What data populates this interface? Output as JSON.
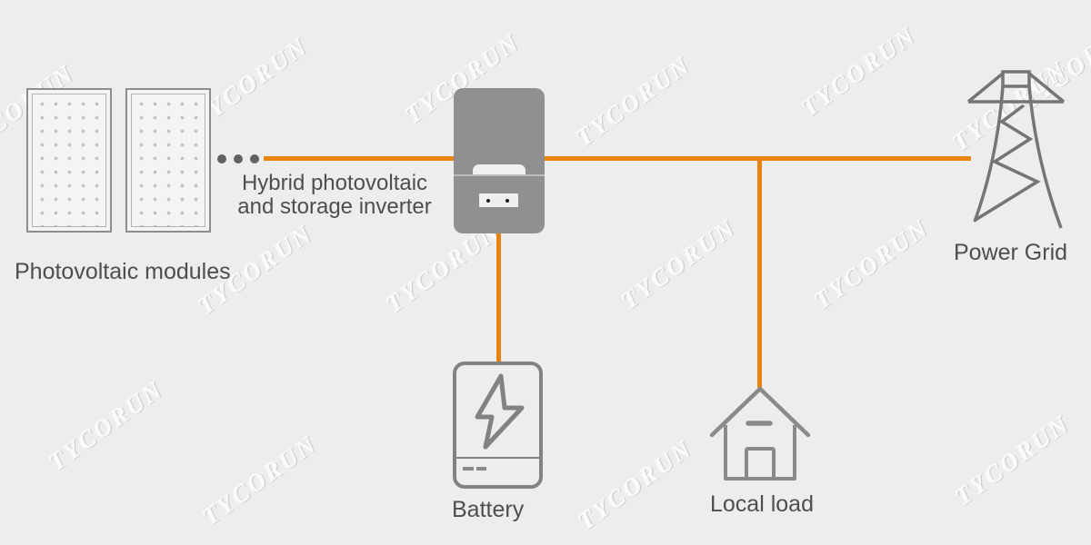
{
  "watermark": {
    "text": "TYCORUN"
  },
  "labels": {
    "pv_modules": "Photovoltaic modules",
    "inverter_line1": "Hybrid photovoltaic",
    "inverter_line2": "and storage inverter",
    "battery": "Battery",
    "local_load": "Local load",
    "power_grid": "Power Grid"
  },
  "colors": {
    "background": "#ededed",
    "accent_orange": "#e98310",
    "icon_stroke_gray": "#828282",
    "inverter_body_gray": "#909090",
    "label_text_gray": "#4e4e4e",
    "panel_dot_gray": "#c3c3c3"
  },
  "diagram": {
    "type": "energy-flow",
    "nodes": [
      {
        "id": "photovoltaic-modules",
        "label": "Photovoltaic modules",
        "icon": "solar-panel-icon"
      },
      {
        "id": "inverter",
        "label": "Hybrid photovoltaic and storage inverter",
        "icon": "inverter-icon"
      },
      {
        "id": "battery",
        "label": "Battery",
        "icon": "battery-bolt-icon"
      },
      {
        "id": "local-load",
        "label": "Local load",
        "icon": "house-icon"
      },
      {
        "id": "power-grid",
        "label": "Power Grid",
        "icon": "transmission-tower-icon"
      }
    ],
    "connections": [
      {
        "from": "photovoltaic-modules",
        "to": "inverter",
        "style": "orange, preceded by ellipsis dots"
      },
      {
        "from": "inverter",
        "to": "power-grid",
        "style": "orange solid"
      },
      {
        "from": "inverter",
        "to": "battery",
        "style": "orange solid"
      },
      {
        "from": "inverter-to-grid-line",
        "to": "local-load",
        "style": "orange solid branch"
      }
    ]
  }
}
